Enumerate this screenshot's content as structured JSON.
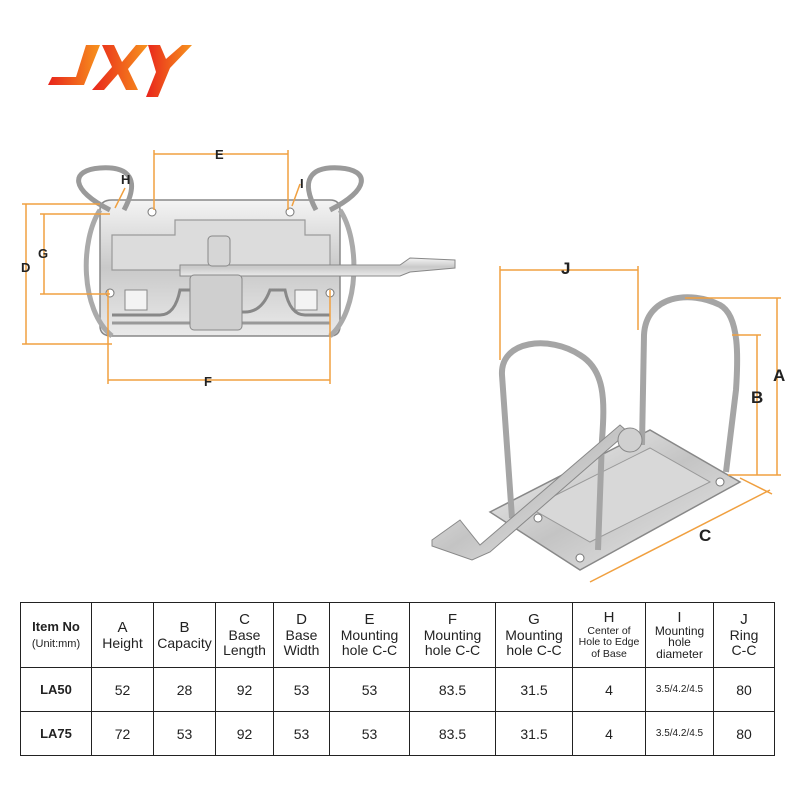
{
  "brand": {
    "logo_text": "JXY",
    "colors": {
      "red": "#e8241c",
      "orange": "#f7941d"
    }
  },
  "diagram_left": {
    "labels": {
      "E": "E",
      "H": "H",
      "I": "I",
      "G": "G",
      "D": "D",
      "F": "F"
    }
  },
  "diagram_right": {
    "labels": {
      "J": "J",
      "A": "A",
      "B": "B",
      "C": "C"
    }
  },
  "dimension_line_color": "#f0a040",
  "table": {
    "header": {
      "item_no": {
        "title": "Item No",
        "unit": "(Unit:mm)"
      },
      "columns": [
        {
          "letter": "A",
          "lines": [
            "Height"
          ]
        },
        {
          "letter": "B",
          "lines": [
            "Capacity"
          ]
        },
        {
          "letter": "C",
          "lines": [
            "Base",
            "Length"
          ]
        },
        {
          "letter": "D",
          "lines": [
            "Base",
            "Width"
          ]
        },
        {
          "letter": "E",
          "lines": [
            "Mounting",
            "hole C-C"
          ]
        },
        {
          "letter": "F",
          "lines": [
            "Mounting",
            "hole C-C"
          ]
        },
        {
          "letter": "G",
          "lines": [
            "Mounting",
            "hole C-C"
          ]
        },
        {
          "letter": "H",
          "lines": [
            "Center of",
            "Hole to Edge",
            "of Base"
          ]
        },
        {
          "letter": "I",
          "lines": [
            "Mounting",
            "hole",
            "diameter"
          ]
        },
        {
          "letter": "J",
          "lines": [
            "Ring",
            "C-C"
          ]
        }
      ]
    },
    "rows": [
      {
        "item": "LA50",
        "values": [
          "52",
          "28",
          "92",
          "53",
          "53",
          "83.5",
          "31.5",
          "4",
          "3.5/4.2/4.5",
          "80"
        ]
      },
      {
        "item": "LA75",
        "values": [
          "72",
          "53",
          "92",
          "53",
          "53",
          "83.5",
          "31.5",
          "4",
          "3.5/4.2/4.5",
          "80"
        ]
      }
    ]
  }
}
